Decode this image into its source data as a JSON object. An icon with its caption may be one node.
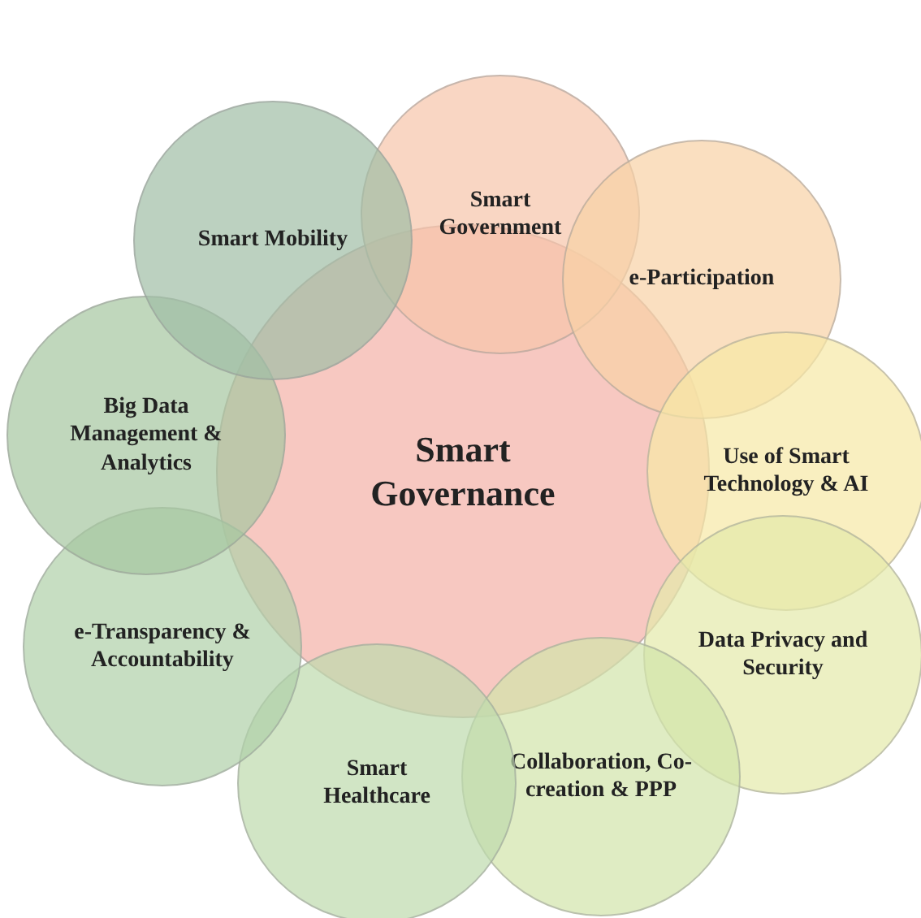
{
  "diagram": {
    "nodes": [
      {
        "text": [
          "Smart Governance"
        ]
      },
      {
        "text": [
          "Smart Government"
        ]
      },
      {
        "text": [
          "e-Participation"
        ]
      },
      {
        "text": [
          "Use of Smart Technology & AI"
        ]
      },
      {
        "text": [
          "Data Privacy and Security"
        ]
      },
      {
        "text": [
          "Collaboration, Co-creation & PPP"
        ]
      },
      {
        "text": [
          "Smart Healthcare"
        ]
      },
      {
        "text": [
          "e-Transparency & Accountability"
        ]
      },
      {
        "text": [
          "Big Data Management & Analytics"
        ]
      },
      {
        "text": [
          "Smart Mobility"
        ]
      }
    ]
  }
}
